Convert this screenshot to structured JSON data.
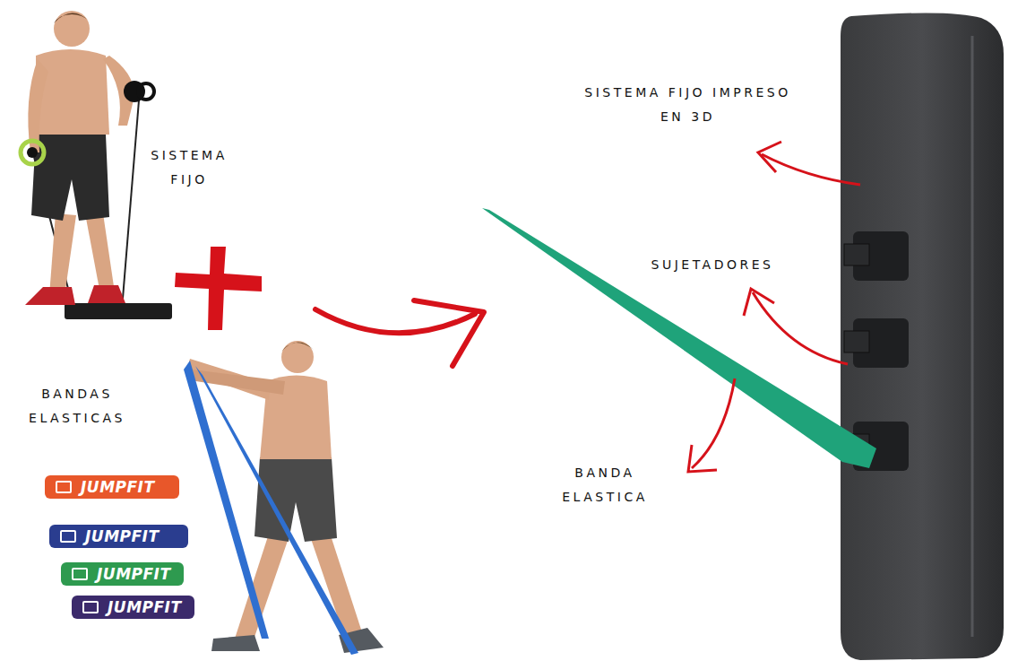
{
  "diagram": {
    "nodes": [
      {
        "text": [
          "JUMPFIT"
        ]
      },
      {
        "text": [
          "JUMPFIT"
        ]
      },
      {
        "text": [
          "JUMPFIT"
        ]
      },
      {
        "text": [
          "JUMPFIT"
        ]
      }
    ],
    "labels": [
      "SISTEMA FIJO",
      "BANDAS ELASTICAS",
      "SISTEMA FIJO IMPRESO EN 3D",
      "SUJETADORES",
      "BANDA ELASTICA"
    ]
  }
}
